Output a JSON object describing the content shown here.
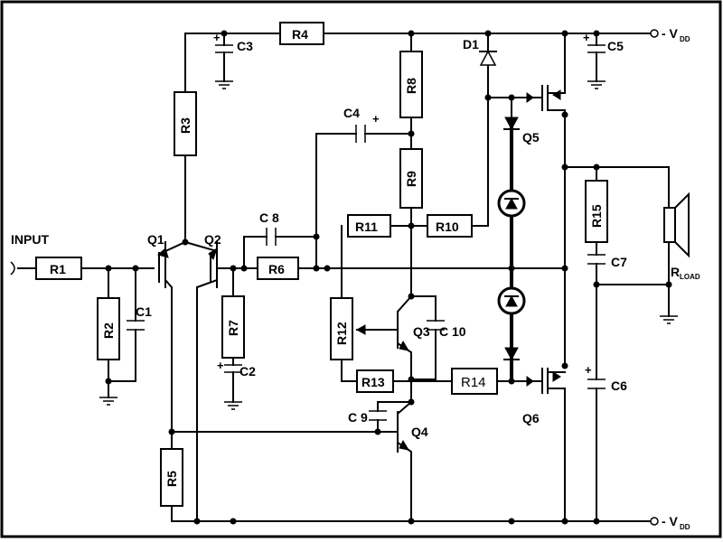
{
  "labels": {
    "input": "INPUT",
    "vdd_pos": "- V",
    "vdd_pos_sub": "DD",
    "vdd_neg": "- V",
    "vdd_neg_sub": "DD",
    "rload": "R",
    "rload_sub": "LOAD"
  },
  "resistors": {
    "R1": "R1",
    "R2": "R2",
    "R3": "R3",
    "R4": "R4",
    "R5": "R5",
    "R6": "R6",
    "R7": "R7",
    "R8": "R8",
    "R9": "R9",
    "R10": "R10",
    "R11": "R11",
    "R12": "R12",
    "R13": "R13",
    "R14": "R14",
    "R15": "R15"
  },
  "capacitors": {
    "C1": "C1",
    "C2": "C2",
    "C3": "C3",
    "C4": "C4",
    "C5": "C5",
    "C6": "C6",
    "C7": "C7",
    "C8": "C 8",
    "C9": "C 9",
    "C10": "C 10"
  },
  "transistors": {
    "Q1": "Q1",
    "Q2": "Q2",
    "Q3": "Q3",
    "Q4": "Q4",
    "Q5": "Q5",
    "Q6": "Q6"
  },
  "diodes": {
    "D1": "D1"
  },
  "polarity": "+"
}
